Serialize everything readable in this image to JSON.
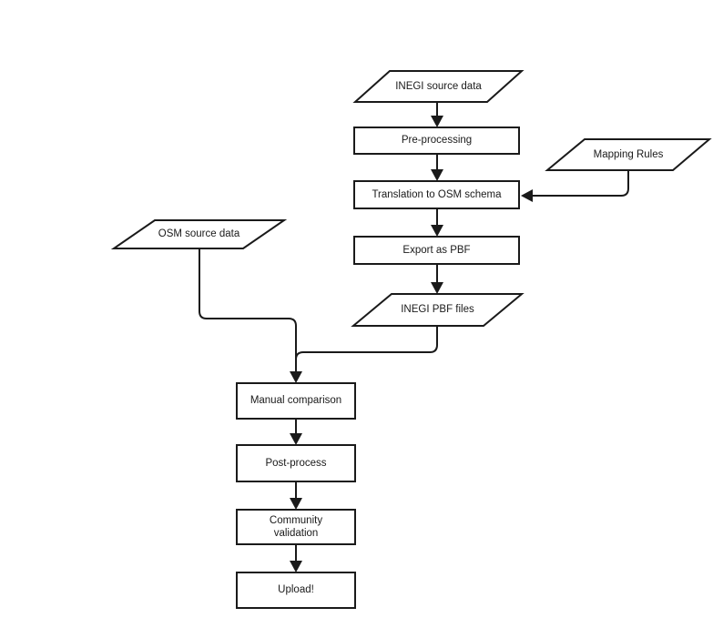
{
  "diagram": {
    "title": "INEGI to OSM import workflow flowchart",
    "colors": {
      "background": "#ffffff",
      "node_fill": "#ffffff",
      "stroke": "#1a1a1a",
      "text": "#1a1a1a"
    },
    "nodes": [
      {
        "id": "inegi-source-data",
        "type": "parallelogram",
        "label": "INEGI source data"
      },
      {
        "id": "pre-processing",
        "type": "process",
        "label": "Pre-processing"
      },
      {
        "id": "mapping-rules",
        "type": "parallelogram",
        "label": "Mapping Rules"
      },
      {
        "id": "translation-to-osm-schema",
        "type": "process",
        "label": "Translation to OSM schema"
      },
      {
        "id": "export-as-pbf",
        "type": "process",
        "label": "Export as PBF"
      },
      {
        "id": "inegi-pbf-files",
        "type": "parallelogram",
        "label": "INEGI PBF files"
      },
      {
        "id": "osm-source-data",
        "type": "parallelogram",
        "label": "OSM source data"
      },
      {
        "id": "manual-comparison",
        "type": "process",
        "label": "Manual comparison"
      },
      {
        "id": "post-process",
        "type": "process",
        "label": "Post-process"
      },
      {
        "id": "community-validation",
        "type": "process",
        "label": "Community validation"
      },
      {
        "id": "upload",
        "type": "process",
        "label": "Upload!"
      }
    ],
    "edges": [
      {
        "from": "inegi-source-data",
        "to": "pre-processing"
      },
      {
        "from": "pre-processing",
        "to": "translation-to-osm-schema"
      },
      {
        "from": "mapping-rules",
        "to": "translation-to-osm-schema"
      },
      {
        "from": "translation-to-osm-schema",
        "to": "export-as-pbf"
      },
      {
        "from": "export-as-pbf",
        "to": "inegi-pbf-files"
      },
      {
        "from": "inegi-pbf-files",
        "to": "manual-comparison"
      },
      {
        "from": "osm-source-data",
        "to": "manual-comparison"
      },
      {
        "from": "manual-comparison",
        "to": "post-process"
      },
      {
        "from": "post-process",
        "to": "community-validation"
      },
      {
        "from": "community-validation",
        "to": "upload"
      }
    ]
  }
}
